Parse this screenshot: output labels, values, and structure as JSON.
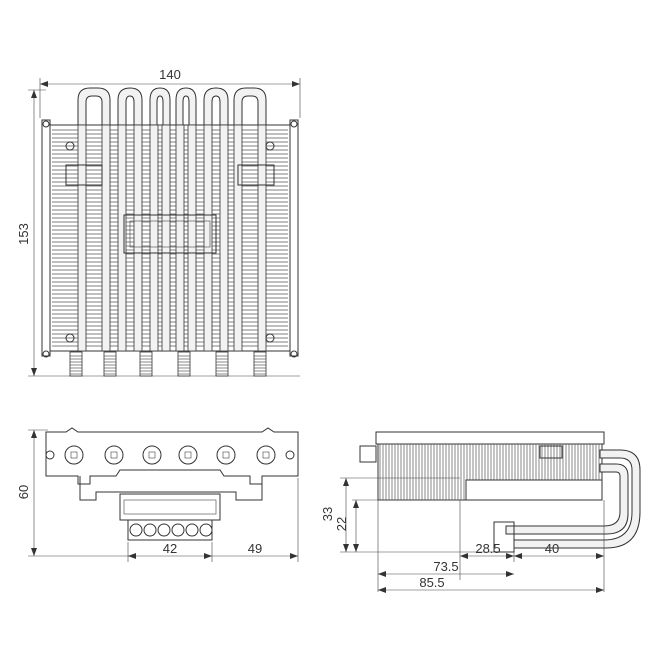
{
  "dimensions": {
    "top_width": "140",
    "top_height": "153",
    "front_height": "60",
    "front_pipe_span": "42",
    "front_offset": "49",
    "side_h1": "33",
    "side_h2": "22",
    "side_d1": "28.5",
    "side_d2": "40",
    "side_d3": "73.5",
    "side_d4": "85.5"
  },
  "colors": {
    "line": "#333333",
    "fin": "#555555",
    "background": "#ffffff"
  },
  "views": [
    "top-view",
    "front-view",
    "side-view"
  ]
}
